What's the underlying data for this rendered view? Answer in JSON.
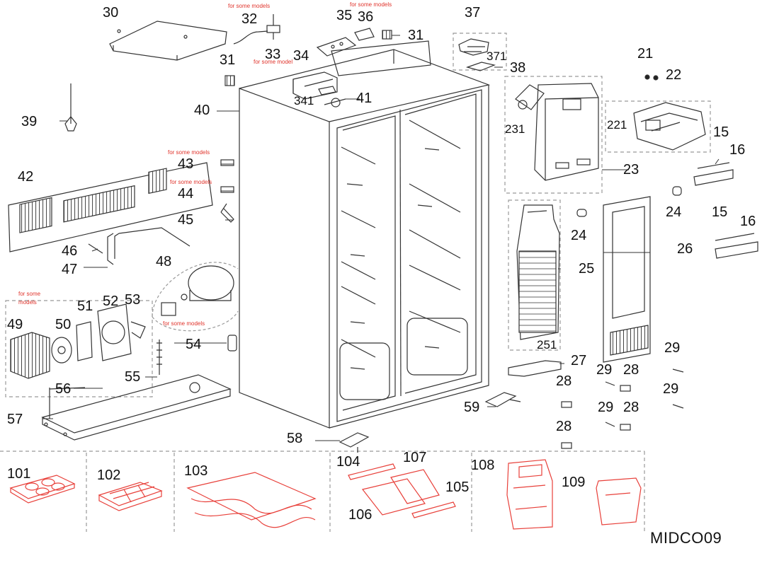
{
  "diagram": {
    "model_code": "MIDCO09",
    "note_some_models": "for some models",
    "note_some_model": "for some model",
    "notes_multiline": [
      "for some",
      "models"
    ],
    "labels": {
      "p30": "30",
      "p32": "32",
      "p33": "33",
      "p34": "34",
      "p35": "35",
      "p36": "36",
      "p31a": "31",
      "p31b": "31",
      "p37": "37",
      "p371": "371",
      "p38": "38",
      "p21": "21",
      "p22": "22",
      "p221": "221",
      "p15a": "15",
      "p16a": "16",
      "p39": "39",
      "p40": "40",
      "p341": "341",
      "p41": "41",
      "p231": "231",
      "p23": "23",
      "p42": "42",
      "p43": "43",
      "p44": "44",
      "p45": "45",
      "p24a": "24",
      "p24b": "24",
      "p15b": "15",
      "p16b": "16",
      "p26": "26",
      "p46": "46",
      "p47": "47",
      "p48": "48",
      "p25": "25",
      "p49": "49",
      "p50": "50",
      "p51": "51",
      "p52": "52",
      "p53": "53",
      "p251": "251",
      "p29a": "29",
      "p29b": "29",
      "p29c": "29",
      "p29d": "29",
      "p28a": "28",
      "p28b": "28",
      "p28c": "28",
      "p28d": "28",
      "p54": "54",
      "p55": "55",
      "p56": "56",
      "p57": "57",
      "p27": "27",
      "p59": "59",
      "p58": "58",
      "p101": "101",
      "p102": "102",
      "p103": "103",
      "p104": "104",
      "p105": "105",
      "p106": "106",
      "p107": "107",
      "p108": "108",
      "p109": "109"
    }
  },
  "colors": {
    "line": "#333333",
    "accessory": "#e8403a",
    "note": "#e0342c",
    "dash": "#999999"
  }
}
